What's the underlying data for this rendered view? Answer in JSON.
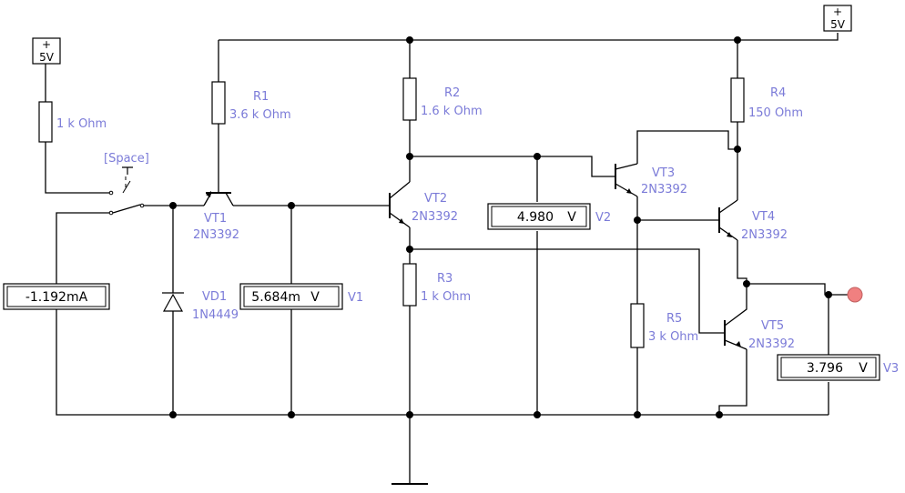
{
  "sources": {
    "left": {
      "plus": "+",
      "voltage": "5V"
    },
    "right": {
      "plus": "+",
      "voltage": "5V"
    }
  },
  "switch_key": "[Space]",
  "components": {
    "r_in": {
      "value": "1 k Ohm"
    },
    "r1": {
      "name": "R1",
      "value": "3.6 k Ohm"
    },
    "r2": {
      "name": "R2",
      "value": "1.6 k Ohm"
    },
    "r3": {
      "name": "R3",
      "value": "1 k Ohm"
    },
    "r4": {
      "name": "R4",
      "value": "150  Ohm"
    },
    "r5": {
      "name": "R5",
      "value": "3 k Ohm"
    },
    "vt1": {
      "name": "VT1",
      "model": "2N3392"
    },
    "vt2": {
      "name": "VT2",
      "model": "2N3392"
    },
    "vt3": {
      "name": "VT3",
      "model": "2N3392"
    },
    "vt4": {
      "name": "VT4",
      "model": "2N3392"
    },
    "vt5": {
      "name": "VT5",
      "model": "2N3392"
    },
    "vd1": {
      "name": "VD1",
      "model": "1N4449"
    }
  },
  "meters": {
    "ammeter": {
      "reading": "-1.192mA"
    },
    "v1": {
      "name": "V1",
      "reading": "5.684m",
      "unit": "V"
    },
    "v2": {
      "name": "V2",
      "reading": "4.980",
      "unit": "V"
    },
    "v3": {
      "name": "V3",
      "reading": "3.796",
      "unit": "V"
    }
  },
  "colors": {
    "label": "#7b7bd8",
    "probe": "#f08080",
    "wire": "#000000"
  }
}
